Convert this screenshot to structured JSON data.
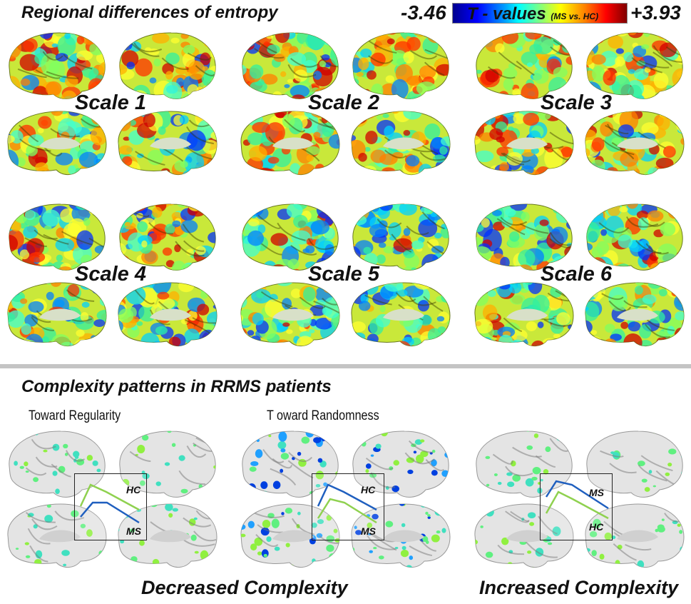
{
  "top_panel": {
    "title": "Regional differences of entropy",
    "colorbar": {
      "min_label": "-3.46",
      "max_label": "+3.93",
      "label": "T - values",
      "label_suffix": "(MS vs. HC)",
      "colors": [
        "#00008f",
        "#0000ff",
        "#00ffff",
        "#ffff00",
        "#ff0000",
        "#800000"
      ]
    },
    "scales": [
      "Scale 1",
      "Scale 2",
      "Scale 3",
      "Scale 4",
      "Scale 5",
      "Scale 6"
    ]
  },
  "bottom_panel": {
    "title": "Complexity patterns in RRMS patients",
    "groups": [
      {
        "subtitle": "Toward Regularity",
        "inset_upper": "HC",
        "inset_lower": "MS"
      },
      {
        "subtitle": "T oward Randomness",
        "inset_upper": "HC",
        "inset_lower": "MS"
      },
      {
        "subtitle": "",
        "inset_upper": "MS",
        "inset_lower": "HC"
      }
    ],
    "labels": {
      "decreased": "Decreased Complexity",
      "increased": "Increased Complexity"
    },
    "line_colors": {
      "HC": "#8fd14f",
      "MS": "#1f5fbf"
    }
  }
}
